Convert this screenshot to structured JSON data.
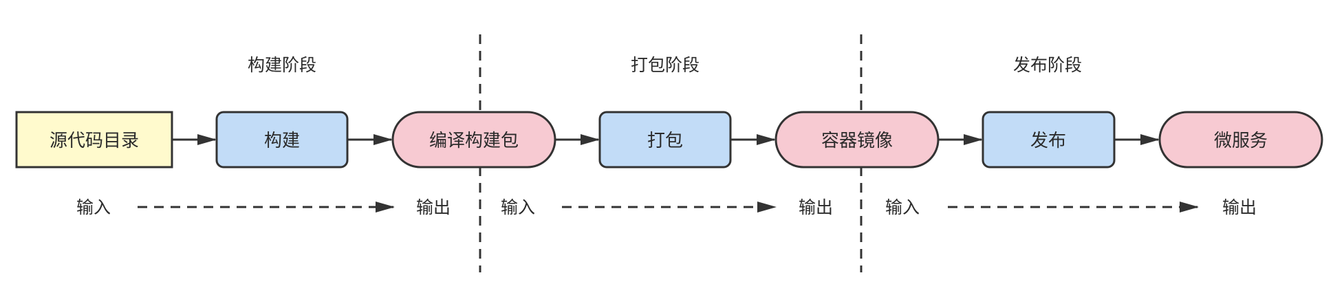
{
  "stages": [
    {
      "label": "构建阶段"
    },
    {
      "label": "打包阶段"
    },
    {
      "label": "发布阶段"
    }
  ],
  "nodes": [
    {
      "label": "源代码目录",
      "shape": "rect",
      "fill": "#fffacd"
    },
    {
      "label": "构建",
      "shape": "rounded",
      "fill": "#c2dcf7"
    },
    {
      "label": "编译构建包",
      "shape": "pill",
      "fill": "#f7cad2"
    },
    {
      "label": "打包",
      "shape": "rounded",
      "fill": "#c2dcf7"
    },
    {
      "label": "容器镜像",
      "shape": "pill",
      "fill": "#f7cad2"
    },
    {
      "label": "发布",
      "shape": "rounded",
      "fill": "#c2dcf7"
    },
    {
      "label": "微服务",
      "shape": "pill",
      "fill": "#f7cad2"
    }
  ],
  "io": [
    {
      "input": "输入",
      "output": "输出"
    },
    {
      "input": "输入",
      "output": "输出"
    },
    {
      "input": "输入",
      "output": "输出"
    }
  ],
  "colors": {
    "stroke": "#333333",
    "text": "#2b2b2b",
    "source_fill": "#fffacd",
    "process_fill": "#c2dcf7",
    "artifact_fill": "#f7cad2"
  }
}
